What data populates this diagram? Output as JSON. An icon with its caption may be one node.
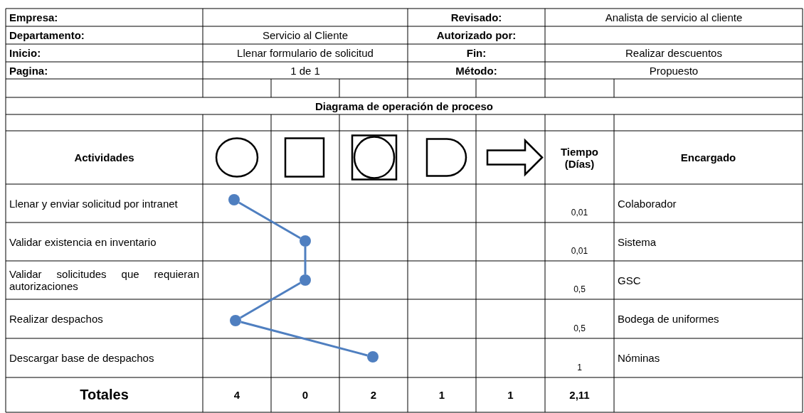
{
  "diagram": {
    "nodes": [
      {
        "text": [],
        "shape": "circle"
      },
      {
        "text": [],
        "shape": "circle"
      },
      {
        "text": [],
        "shape": "circle"
      },
      {
        "text": [],
        "shape": "circle"
      },
      {
        "text": [],
        "shape": "circle"
      }
    ],
    "edges": [
      {
        "from": 0,
        "to": 1,
        "arrow": "none"
      },
      {
        "from": 1,
        "to": 2,
        "arrow": "none"
      },
      {
        "from": 2,
        "to": 3,
        "arrow": "none"
      },
      {
        "from": 3,
        "to": 4,
        "arrow": "none"
      }
    ],
    "labels": [
      "Empresa:",
      "Revisado:",
      "Analista de servicio al cliente",
      "Departamento:",
      "Servicio al Cliente",
      "Autorizado por:",
      "Inicio:",
      "Llenar formulario de solicitud",
      "Fin:",
      "Realizar descuentos",
      "Pagina:",
      "1 de 1",
      "Método:",
      "Propuesto",
      "Diagrama de operación de proceso",
      "Actividades",
      "Tiempo (Días)",
      "Encargado",
      "Llenar y enviar solicitud por intranet",
      "0,01",
      "Colaborador",
      "Validar existencia en inventario",
      "0,01",
      "Sistema",
      "Validar solicitudes que requieran autorizaciones",
      "0,5",
      "GSC",
      "Realizar despachos",
      "0,5",
      "Bodega de uniformes",
      "Descargar base de despachos",
      "1",
      "Nóminas",
      "Totales",
      "4",
      "0",
      "2",
      "1",
      "1",
      "2,11"
    ]
  }
}
